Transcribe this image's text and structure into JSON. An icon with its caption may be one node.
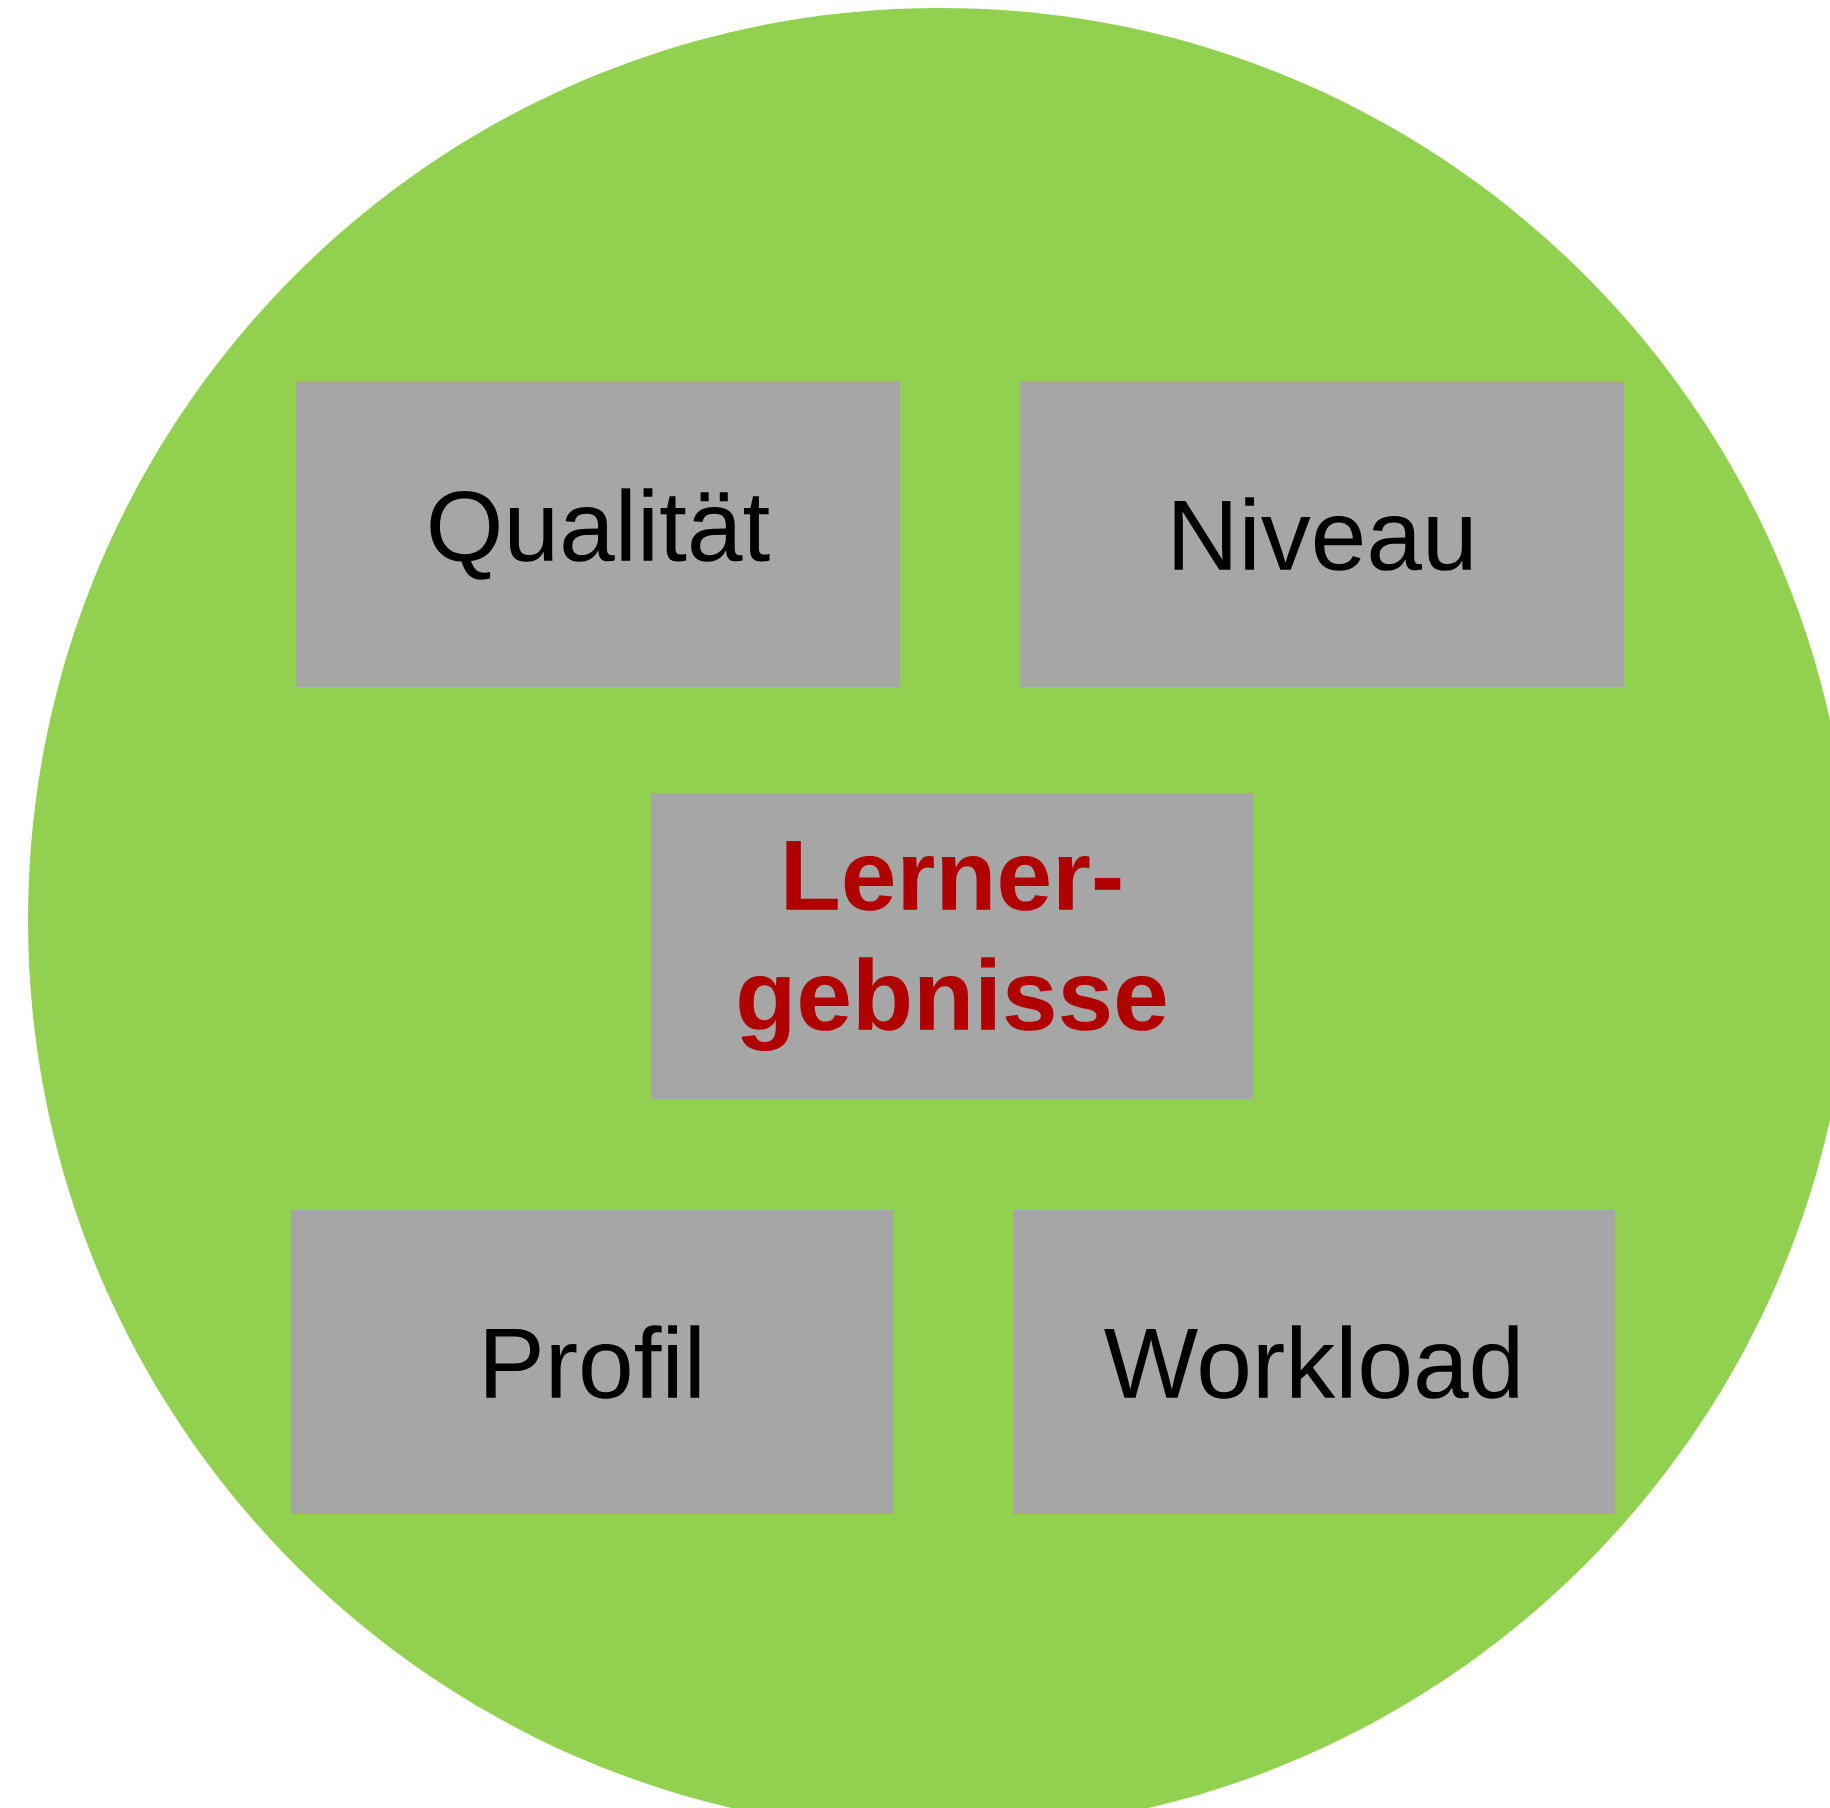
{
  "diagram": {
    "nodes": [
      {
        "text": [],
        "shape": "circle"
      },
      {
        "text": [
          "Qualität"
        ],
        "in": 0
      },
      {
        "text": [
          "Niveau"
        ],
        "in": 0
      },
      {
        "text": [
          "Lerner- gebnisse"
        ],
        "in": 0
      },
      {
        "text": [
          "Profil"
        ],
        "in": 0
      },
      {
        "text": [
          "Workload"
        ],
        "in": 0
      }
    ]
  }
}
